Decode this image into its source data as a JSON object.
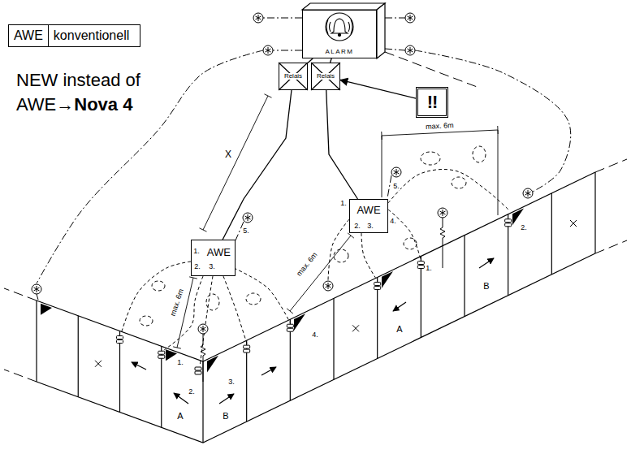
{
  "diagram": {
    "nodes": [
      {
        "text": [
          "AWE",
          "konventionell"
        ]
      },
      {
        "text": [
          "ALARM"
        ]
      },
      {
        "text": [
          "Relais"
        ]
      },
      {
        "text": [
          "Relais"
        ]
      },
      {
        "text": [
          "!!"
        ]
      },
      {
        "text": [
          "AWE"
        ]
      },
      {
        "text": [
          "AWE"
        ]
      }
    ],
    "edges": [
      {
        "from": 1,
        "to": 2,
        "arrow": "none"
      },
      {
        "from": 1,
        "to": 3,
        "arrow": "none"
      },
      {
        "from": 2,
        "to": 6,
        "arrow": "none"
      },
      {
        "from": 3,
        "to": 5,
        "arrow": "none"
      },
      {
        "from": 4,
        "to": 3,
        "arrow": "to"
      }
    ],
    "labels": [
      "NEW instead of AWE→",
      "Nova 4",
      "X",
      "max. 6m",
      "5.",
      "1.",
      "4.",
      "2.",
      "3.",
      "max. 6m",
      "5.",
      "1.",
      "2.",
      "3.",
      "max. 6m",
      "2.",
      "1.",
      "A",
      "B",
      "4.",
      "1.",
      "2.",
      "3.",
      "A",
      "B"
    ]
  }
}
